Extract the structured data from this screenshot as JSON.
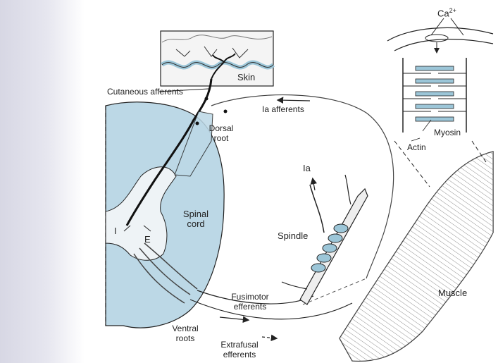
{
  "figure": {
    "labels": {
      "skin": "Skin",
      "cutaneous_afferents": "Cutaneous afferents",
      "ia_afferents": "Ia afferents",
      "dorsal_root_1": "Dorsal",
      "dorsal_root_2": "root",
      "spinal_cord_1": "Spinal",
      "spinal_cord_2": "cord",
      "inhibitory": "I",
      "excitatory": "E",
      "ventral_roots_1": "Ventral",
      "ventral_roots_2": "roots",
      "fusimotor_1": "Fusimotor",
      "fusimotor_2": "efferents",
      "extrafusal_1": "Extrafusal",
      "extrafusal_2": "efferents",
      "spindle": "Spindle",
      "ia": "Ia",
      "muscle": "Muscle",
      "myosin": "Myosin",
      "actin": "Actin",
      "calcium": "Ca",
      "calcium_sup": "2+"
    },
    "colors": {
      "cord": "#bcd8e6",
      "skin": "#9cc6d8",
      "accent": "#9cc6d8",
      "ink": "#222222"
    }
  }
}
